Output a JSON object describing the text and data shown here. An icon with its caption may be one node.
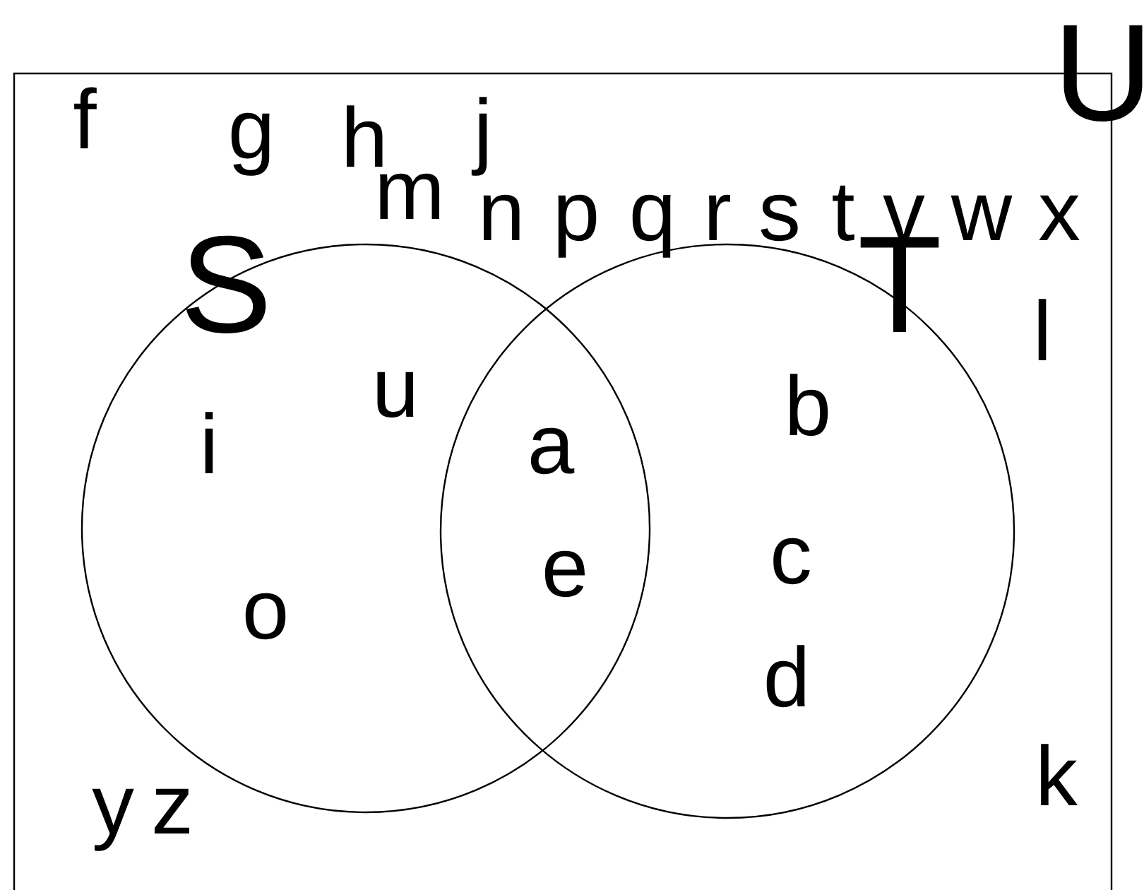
{
  "diagram": {
    "nodes": [
      {
        "text": [
          "U"
        ]
      },
      {
        "text": [
          "S"
        ],
        "in": 0
      },
      {
        "text": [
          "T"
        ],
        "in": 0
      }
    ],
    "labels": [
      "f",
      "g",
      "h",
      "j",
      "m",
      "n",
      "p",
      "q",
      "r",
      "s",
      "t",
      "v",
      "w",
      "x",
      "l",
      "u",
      "b",
      "i",
      "a",
      "e",
      "c",
      "o",
      "d",
      "k",
      "y",
      "z"
    ]
  }
}
